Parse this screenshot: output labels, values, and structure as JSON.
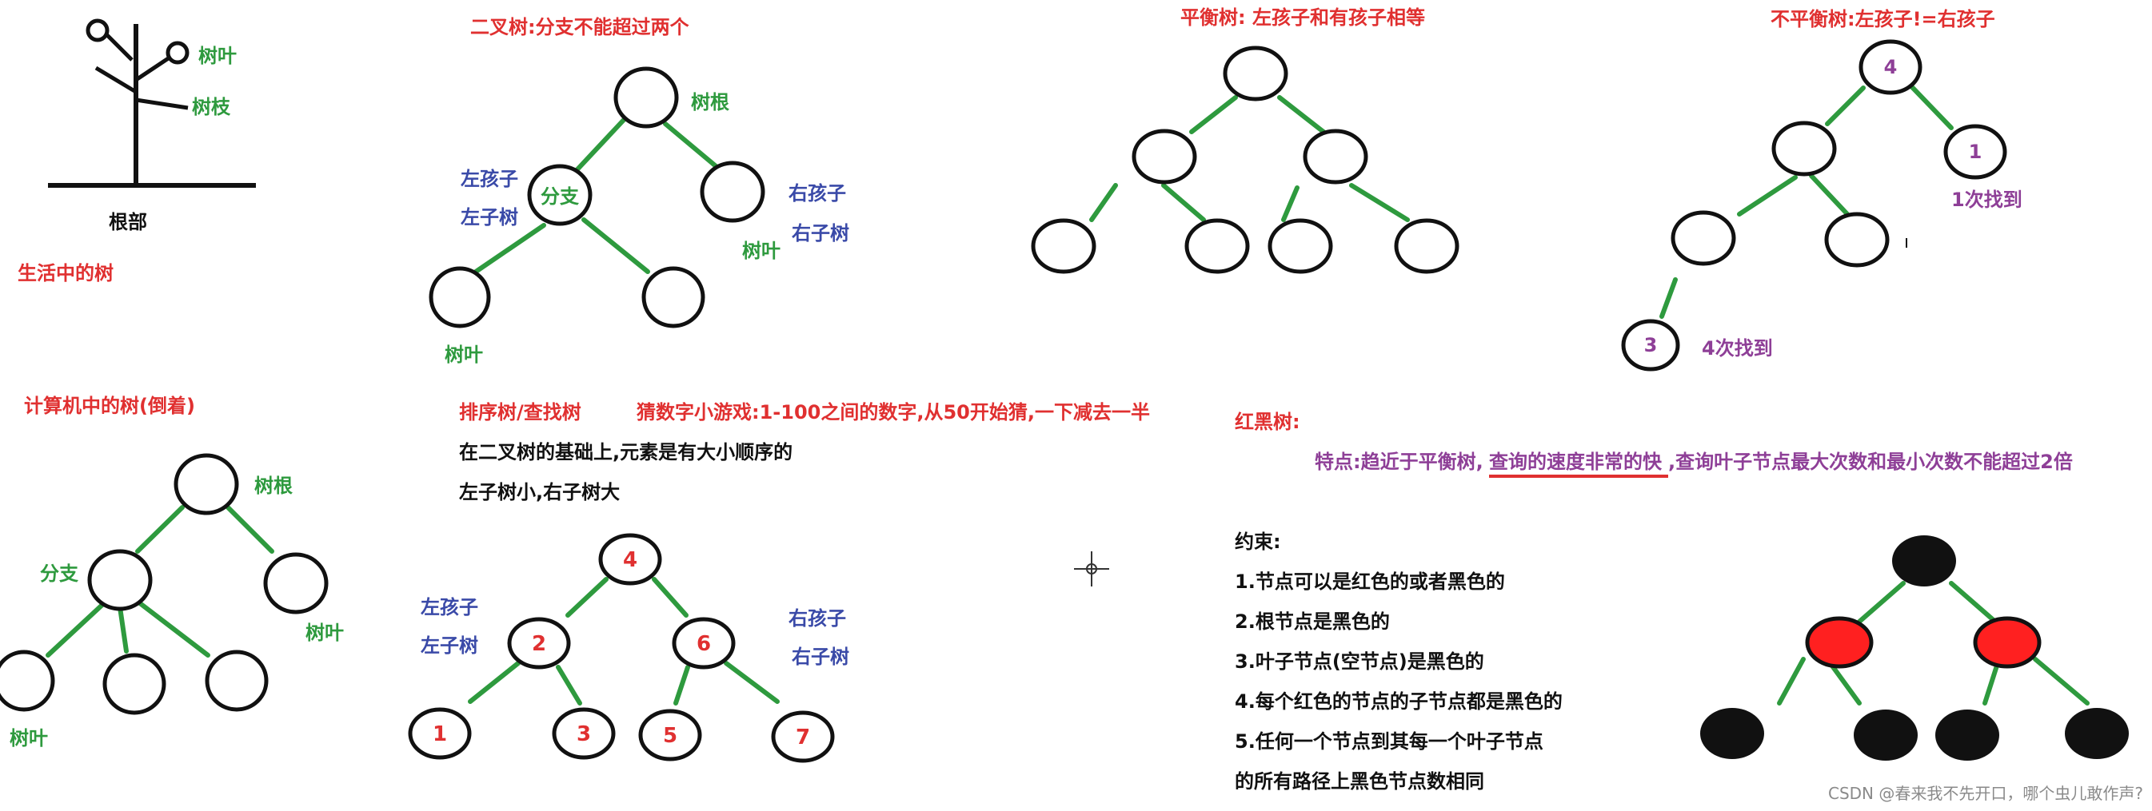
{
  "colors": {
    "red": "#e03030",
    "green": "#2e9a3e",
    "blue": "#3a4aa8",
    "purple": "#8e3f97",
    "black": "#111111",
    "node_red": "#ff2020"
  },
  "real_tree": {
    "leaf_label": "树叶",
    "branch_label": "树枝",
    "root_label": "根部",
    "caption": "生活中的树"
  },
  "computer_tree": {
    "caption": "计算机中的树(倒着)",
    "root_label": "树根",
    "branch_label": "分支",
    "leaf_label_right": "树叶",
    "leaf_label_bottom": "树叶"
  },
  "binary_tree": {
    "title": "二叉树:分支不能超过两个",
    "root_label": "树根",
    "left_child": "左孩子",
    "left_subtree": "左子树",
    "branch_in_node": "分支",
    "right_child": "右孩子",
    "right_subtree": "右子树",
    "leaf_right": "树叶",
    "leaf_bottom": "树叶"
  },
  "balanced_tree": {
    "title": "平衡树: 左孩子和有孩子相等"
  },
  "unbalanced_tree": {
    "title": "不平衡树:左孩子!=右孩子",
    "root_value": "4",
    "right_value": "1",
    "right_note": "1次找到",
    "deep_value": "3",
    "deep_note": "4次找到"
  },
  "sorted_tree": {
    "title": "排序树/查找树",
    "game_note": "猜数字小游戏:1-100之间的数字,从50开始猜,一下减去一半",
    "desc_line1": "在二叉树的基础上,元素是有大小顺序的",
    "desc_line2": "左子树小,右子树大",
    "left_child": "左孩子",
    "left_subtree": "左子树",
    "right_child": "右孩子",
    "right_subtree": "右子树",
    "nodes": [
      "4",
      "2",
      "6",
      "1",
      "3",
      "5",
      "7"
    ]
  },
  "red_black_tree": {
    "title": "红黑树:",
    "feature_prefix": "特点:趋近于平衡树,",
    "feature_underlined": "查询的速度非常的快",
    "feature_suffix": ",查询叶子节点最大次数和最小次数不能超过2倍",
    "constraints_title": "约束:",
    "constraints": [
      "1.节点可以是红色的或者黑色的",
      "2.根节点是黑色的",
      "3.叶子节点(空节点)是黑色的",
      "4.每个红色的节点的子节点都是黑色的",
      "5.任何一个节点到其每一个叶子节点",
      "的所有路径上黑色节点数相同"
    ]
  },
  "watermark": "CSDN @春来我不先开口，哪个虫儿敢作声?"
}
